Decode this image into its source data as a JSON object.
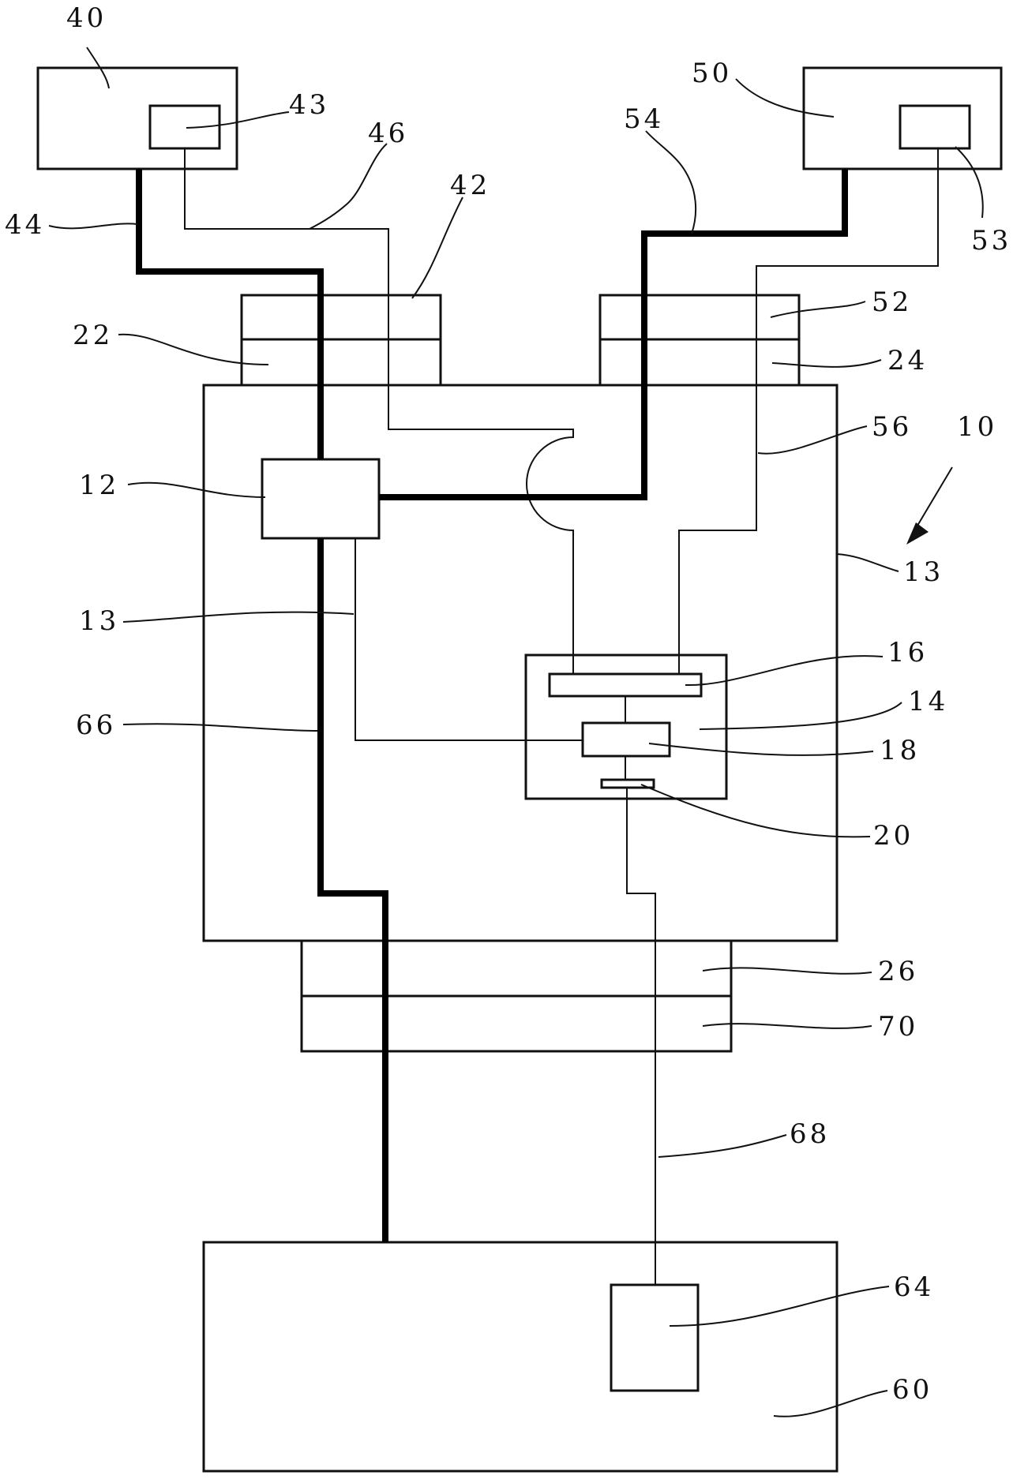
{
  "labels": {
    "l10": "10",
    "l12": "12",
    "l13a": "13",
    "l13b": "13",
    "l14": "14",
    "l16": "16",
    "l18": "18",
    "l20": "20",
    "l22": "22",
    "l24": "24",
    "l26": "26",
    "l40": "40",
    "l42": "42",
    "l43": "43",
    "l44": "44",
    "l46": "46",
    "l50": "50",
    "l52": "52",
    "l53": "53",
    "l54": "54",
    "l56": "56",
    "l60": "60",
    "l64": "64",
    "l66": "66",
    "l68": "68",
    "l70": "70"
  }
}
